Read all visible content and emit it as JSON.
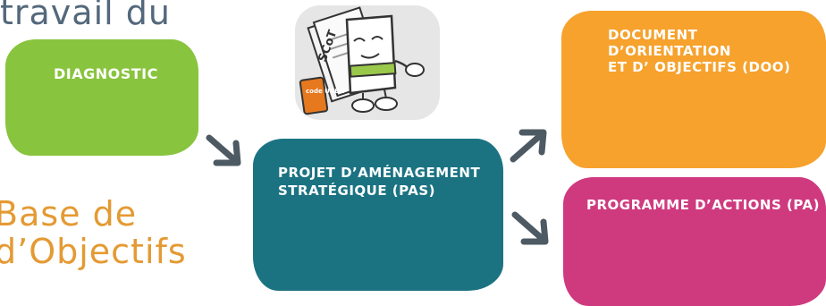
{
  "headings": {
    "top": "travail du",
    "bottom_line1": "Base de",
    "bottom_line2": "d’Objectifs"
  },
  "boxes": {
    "diagnostic": "DiAGNoSTiC",
    "pas": "PROJET D’AMÉNAGEMENT\nSTRATÉGIQUE (PAS)",
    "doo": "DOCUMENT D’ORiENTATiON\nET D’ OBJECTiFS (DOO)",
    "pa": "PROGRAMME D’ACTiONS (PA)"
  },
  "illustration": {
    "document_label": "SCoT",
    "book_label": "code URBA"
  },
  "colors": {
    "diagnostic": "#88c43e",
    "pas": "#1b7382",
    "doo": "#f6a22d",
    "pa": "#cf3a7f",
    "heading_top": "#53687c",
    "heading_bottom": "#e49a33",
    "arrow": "#4d5a63"
  }
}
